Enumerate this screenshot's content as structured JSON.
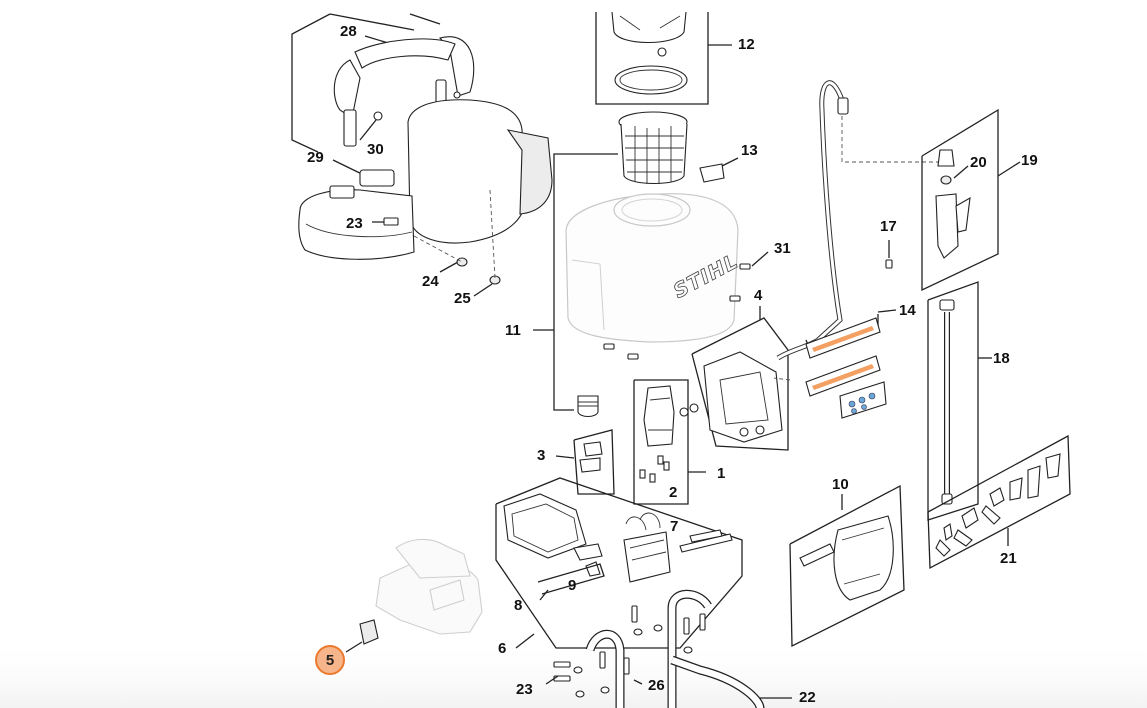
{
  "diagram": {
    "brand_mark": "STIHL",
    "highlighted_callout": "5",
    "highlight_color": "#f6b58b",
    "highlight_border_color": "#ec7a2e",
    "callouts": {
      "c28": "28",
      "c29": "29",
      "c30": "30",
      "c23a": "23",
      "c24": "24",
      "c25": "25",
      "c12": "12",
      "c13": "13",
      "c11": "11",
      "c31": "31",
      "c4": "4",
      "c17": "17",
      "c14": "14",
      "c20": "20",
      "c19": "19",
      "c18": "18",
      "c3": "3",
      "c1": "1",
      "c2": "2",
      "c10": "10",
      "c7": "7",
      "c9": "9",
      "c8": "8",
      "c21": "21",
      "c6": "6",
      "c5": "5",
      "c23b": "23",
      "c26": "26",
      "c22": "22"
    }
  }
}
